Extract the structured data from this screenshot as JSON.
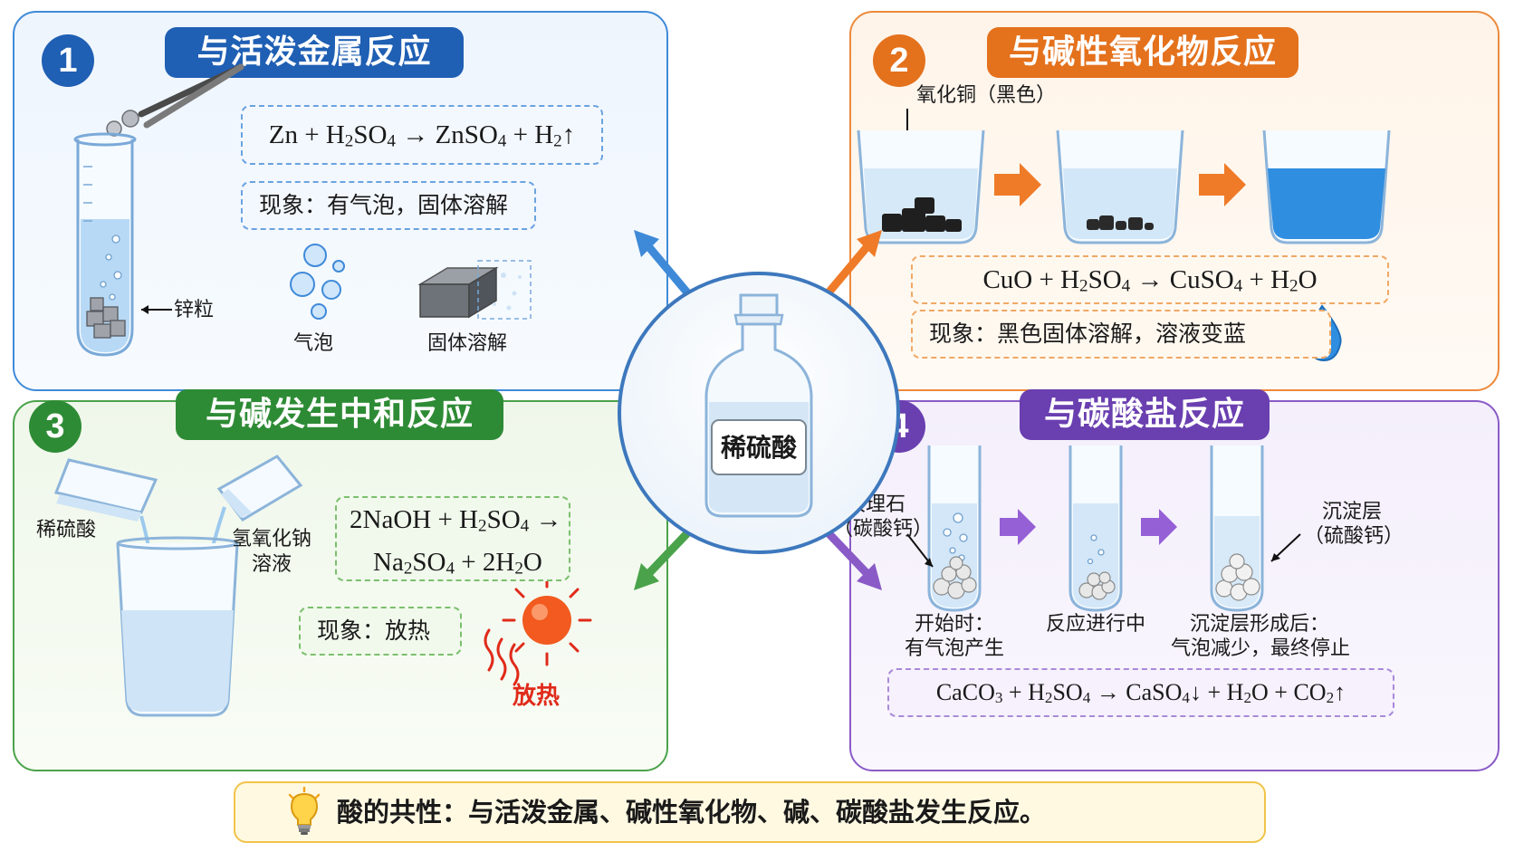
{
  "center": {
    "label": "稀硫酸"
  },
  "panel1": {
    "number": "1",
    "title": "与活泼金属反应",
    "equation_html": "Zn + H<sub>2</sub>SO<sub>4</sub> → ZnSO<sub>4</sub> + H<sub>2</sub>↑",
    "phenomenon": "现象：有气泡，固体溶解",
    "label_zinc": "锌粒",
    "label_bubbles": "气泡",
    "label_dissolve": "固体溶解",
    "colors": {
      "accent": "#1f5fb4",
      "border": "#3f8ad8"
    }
  },
  "panel2": {
    "number": "2",
    "title": "与碱性氧化物反应",
    "label_cuo": "氧化铜（黑色）",
    "equation_html": "CuO + H<sub>2</sub>SO<sub>4</sub> → CuSO<sub>4</sub> + H<sub>2</sub>O",
    "phenomenon": "现象：黑色固体溶解，溶液变蓝",
    "colors": {
      "accent": "#e4711c",
      "border": "#ec8a3c"
    }
  },
  "panel3": {
    "number": "3",
    "title": "与碱发生中和反应",
    "label_acid": "稀硫酸",
    "label_naoh_1": "氢氧化钠",
    "label_naoh_2": "溶液",
    "equation_html_1": "2NaOH + H<sub>2</sub>SO<sub>4</sub> →",
    "equation_html_2": "Na<sub>2</sub>SO<sub>4</sub> + 2H<sub>2</sub>O",
    "phenomenon": "现象：放热",
    "label_heat": "放热",
    "colors": {
      "accent": "#2e8b35",
      "border": "#4aa34a",
      "heat": "#e02a1a"
    }
  },
  "panel4": {
    "number": "4",
    "title": "与碳酸盐反应",
    "label_marble_1": "大理石",
    "label_marble_2": "（碳酸钙）",
    "label_layer_1": "沉淀层",
    "label_layer_2": "（硫酸钙）",
    "stage1_1": "开始时：",
    "stage1_2": "有气泡产生",
    "stage2": "反应进行中",
    "stage3_1": "沉淀层形成后：",
    "stage3_2": "气泡减少，最终停止",
    "equation_html": "CaCO<sub>3</sub> + H<sub>2</sub>SO<sub>4</sub> → CaSO<sub>4</sub>↓ + H<sub>2</sub>O + CO<sub>2</sub>↑",
    "colors": {
      "accent": "#6a3fb0",
      "border": "#8a5bc7"
    }
  },
  "summary": {
    "text": "酸的共性：与活泼金属、碱性氧化物、碱、碳酸盐发生反应。"
  },
  "icons": [
    "tweezers-icon",
    "test-tube-icon",
    "bubbles-icon",
    "dissolving-block-icon",
    "beaker-icon",
    "orange-arrow-icon",
    "water-drop-icon",
    "reagent-bottle-icon",
    "sun-heat-icon",
    "purple-arrow-icon",
    "lightbulb-icon"
  ]
}
